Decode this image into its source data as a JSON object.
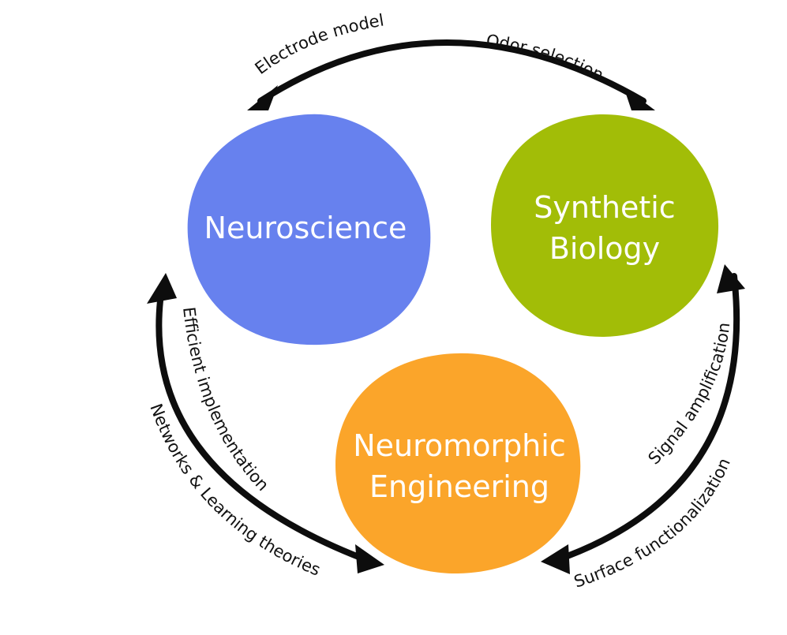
{
  "colors": {
    "neuroscience": "#6781ee",
    "synthetic_biology": "#a2bd07",
    "neuromorphic": "#fba52a",
    "arrow": "#0d0d0d",
    "text_on_node": "#ffffff"
  },
  "nodes": {
    "neuroscience": {
      "line1": "Neuroscience"
    },
    "synthetic_biology": {
      "line1": "Synthetic",
      "line2": "Biology"
    },
    "neuromorphic": {
      "line1": "Neuromorphic",
      "line2": "Engineering"
    }
  },
  "edges": {
    "top": {
      "label_left": "Electrode model",
      "label_right": "Odor selection"
    },
    "left": {
      "label_inner": "Efficient implementation",
      "label_outer": "Networks & Learning theories"
    },
    "right": {
      "label_inner": "Signal amplification",
      "label_outer": "Surface functionalization"
    }
  }
}
